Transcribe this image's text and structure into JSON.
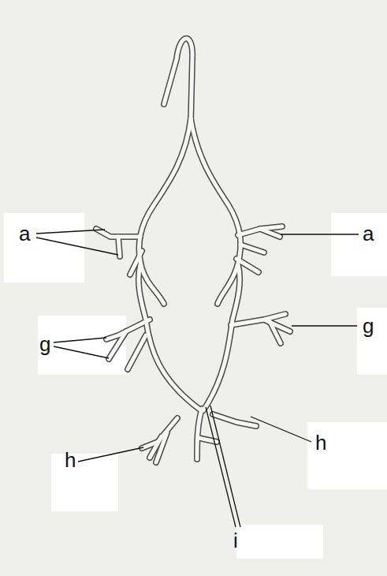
{
  "diagram": {
    "labels": [
      "a",
      "a",
      "g",
      "g",
      "h",
      "h",
      "i"
    ]
  }
}
